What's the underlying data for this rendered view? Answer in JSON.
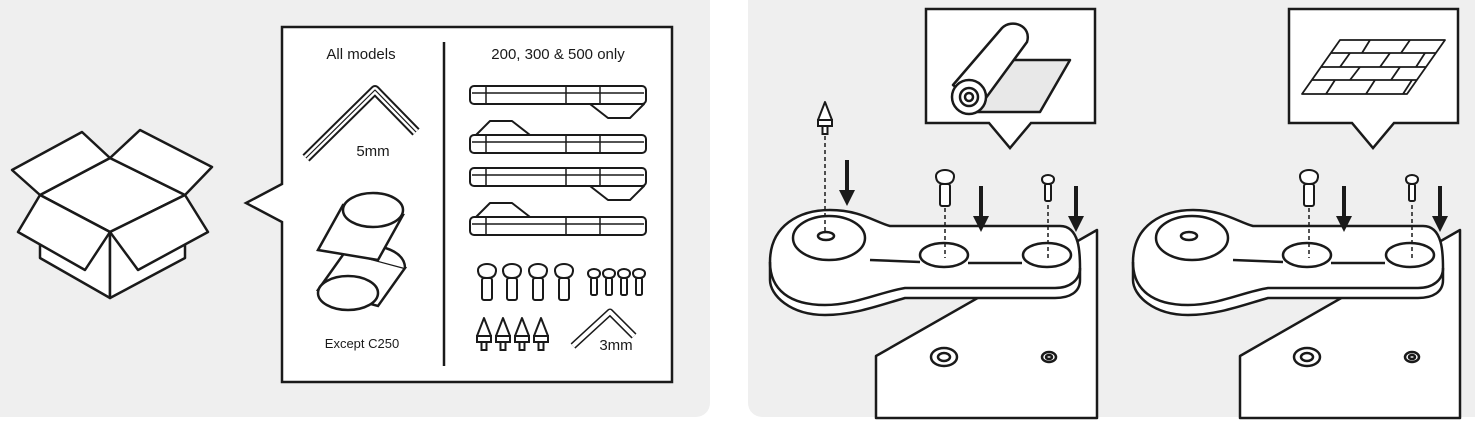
{
  "kit_box": {
    "heading_all": "All models",
    "heading_subset": "200, 300 & 500 only",
    "hex_key_large": "5mm",
    "hex_key_small": "3mm",
    "foot_note": "Except C250"
  },
  "colors": {
    "panel_bg": "#efefef",
    "line": "#1a1a1a",
    "fill": "#ffffff"
  },
  "icons": {
    "soft_surface": "carpet-roll-icon",
    "hard_surface": "wood-floor-icon"
  }
}
